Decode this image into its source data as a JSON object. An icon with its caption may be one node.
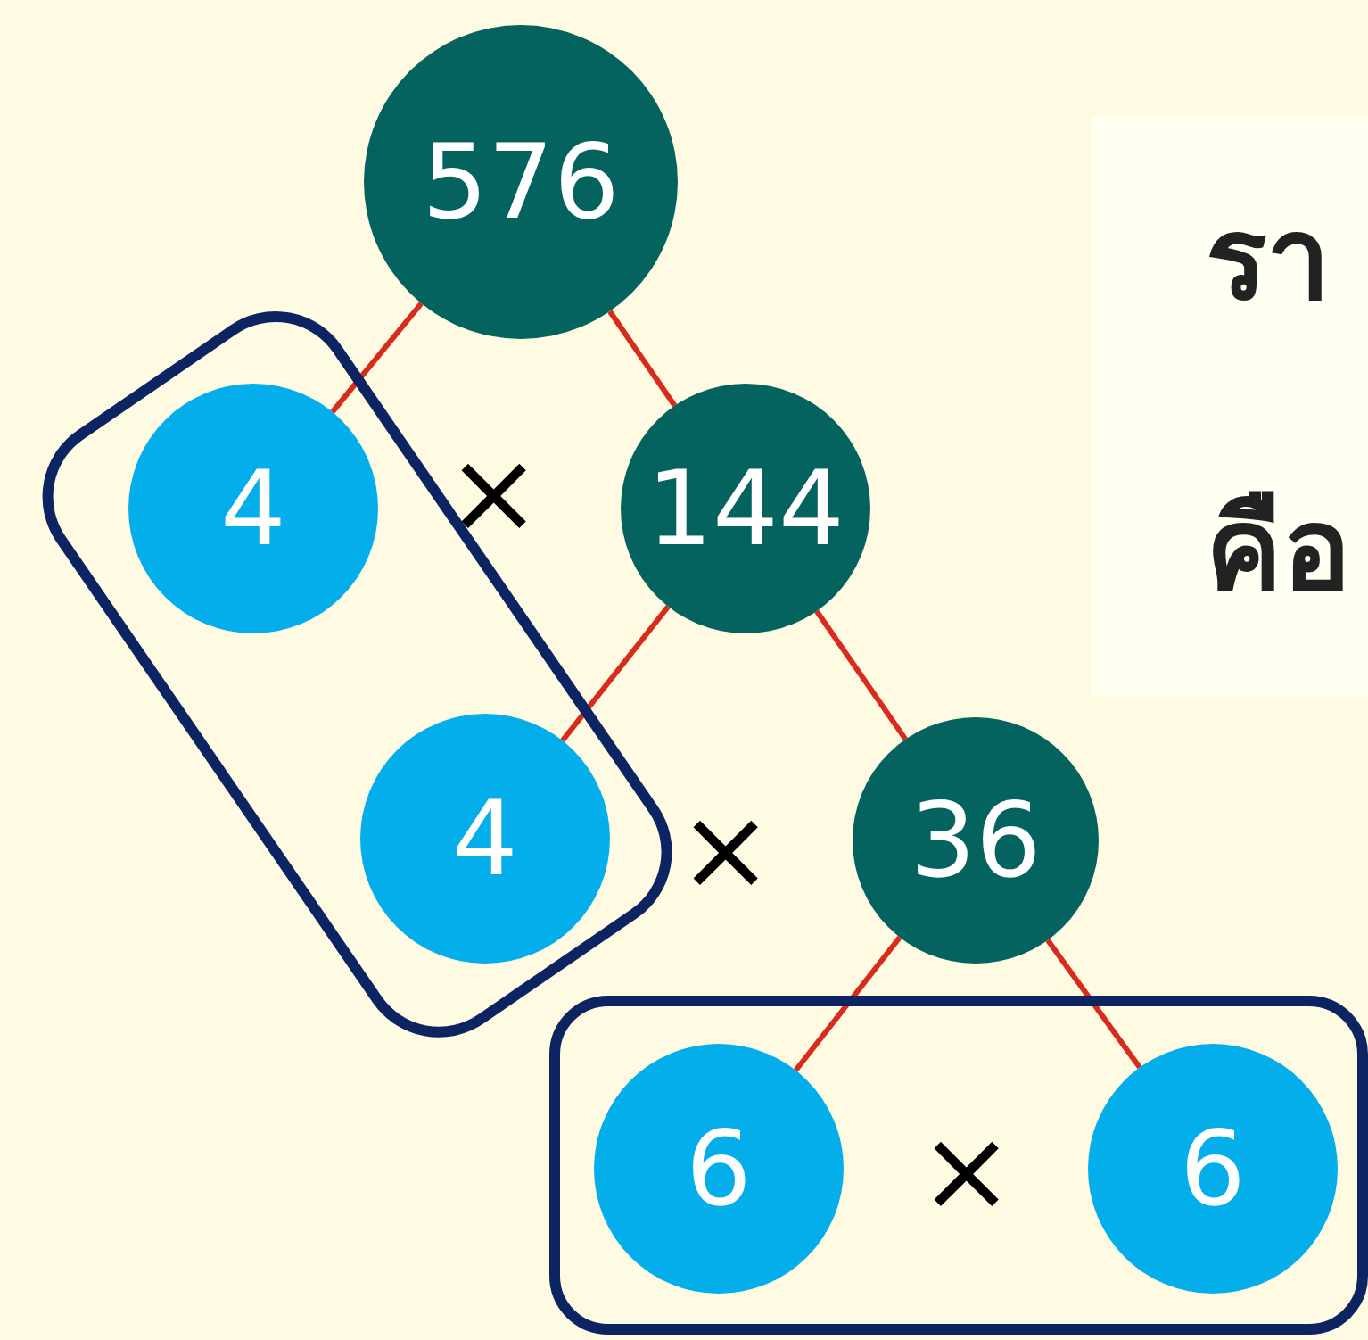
{
  "diagram": {
    "nodes": [
      {
        "text": [
          "576"
        ]
      },
      {
        "text": [
          "รา",
          "คือ"
        ]
      },
      {
        "text": [],
        "shape": "box"
      },
      {
        "text": [
          "4"
        ],
        "in": 2
      },
      {
        "text": [
          "144"
        ]
      },
      {
        "text": [
          "4"
        ],
        "in": 2
      },
      {
        "text": [
          "36"
        ]
      },
      {
        "text": [],
        "shape": "box"
      },
      {
        "text": [
          "6"
        ],
        "in": 7
      },
      {
        "text": [
          "6"
        ],
        "in": 7
      }
    ],
    "edges": [
      {
        "from": 0,
        "to": 3,
        "arrow": "none"
      },
      {
        "from": 0,
        "to": 4,
        "arrow": "none"
      },
      {
        "from": 4,
        "to": 5,
        "arrow": "none"
      },
      {
        "from": 4,
        "to": 6,
        "arrow": "none"
      },
      {
        "from": 6,
        "to": 8,
        "arrow": "none"
      },
      {
        "from": 6,
        "to": 9,
        "arrow": "none"
      }
    ],
    "labels": [
      "×",
      "×",
      "×"
    ]
  }
}
